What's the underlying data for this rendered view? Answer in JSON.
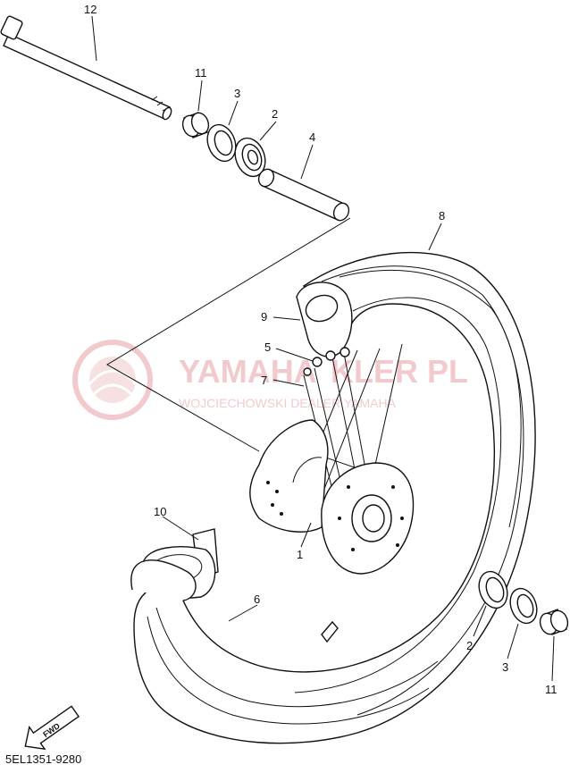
{
  "drawing_code": "5EL1351-9280",
  "fwd_label": "FWD",
  "watermark": {
    "brand": "YAMAHA",
    "mid": "KLER",
    "end": "PL",
    "subtitle": "WOJCIECHOWSKI DEALER YAMAHA",
    "color": "#e8a0a6"
  },
  "callouts": {
    "axle": "12",
    "collar_top": "11",
    "oil_seal_top": "3",
    "bearing_top": "2",
    "spacer": "4",
    "tire": "8",
    "tube_top": "9",
    "nipple": "5",
    "spoke": "7",
    "rim_band": "10",
    "hub": "1",
    "tube": "6",
    "bearing_bottom": "2",
    "oil_seal_bottom": "3",
    "collar_bottom": "11"
  },
  "colors": {
    "line": "#111111",
    "background": "#ffffff"
  }
}
